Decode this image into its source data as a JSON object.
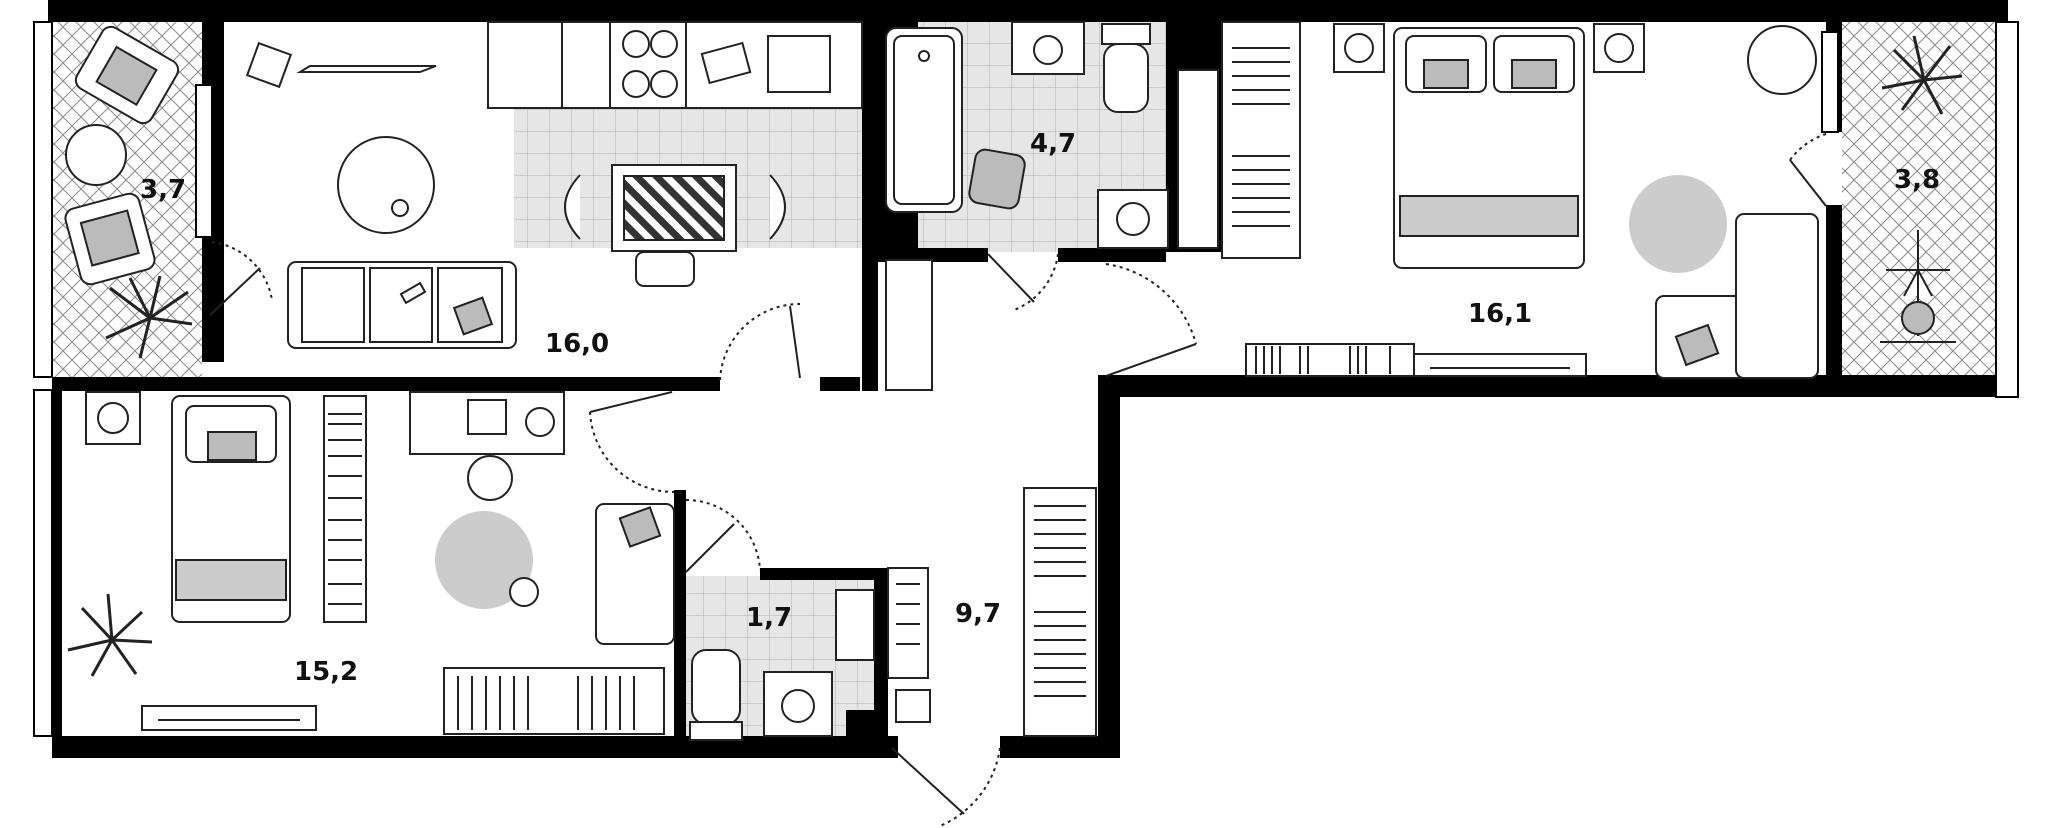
{
  "rooms": [
    {
      "id": "balcony-left",
      "area": "3,7"
    },
    {
      "id": "kitchen-living",
      "area": "16,0"
    },
    {
      "id": "bathroom",
      "area": "4,7"
    },
    {
      "id": "bedroom",
      "area": "16,1"
    },
    {
      "id": "balcony-right",
      "area": "3,8"
    },
    {
      "id": "kids-room",
      "area": "15,2"
    },
    {
      "id": "toilet",
      "area": "1,7"
    },
    {
      "id": "hallway",
      "area": "9,7"
    }
  ]
}
